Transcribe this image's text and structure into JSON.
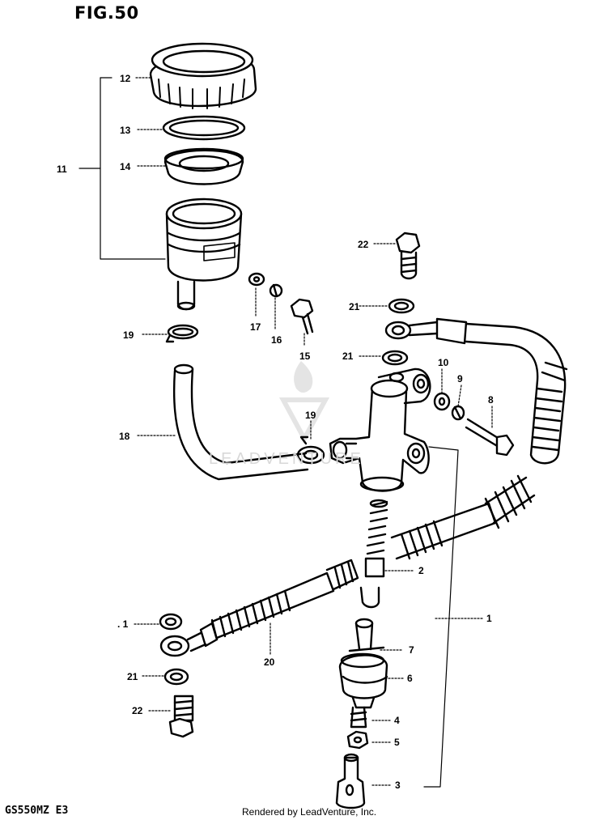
{
  "figure": {
    "title": "FIG.50",
    "model_code": "GS550MZ  E3",
    "credit": "Rendered by LeadVenture, Inc.",
    "watermark_text": "LEADVENTURE"
  },
  "callouts": [
    {
      "id": "c12a",
      "label": "12"
    },
    {
      "id": "c13",
      "label": "13"
    },
    {
      "id": "c11",
      "label": "11"
    },
    {
      "id": "c14",
      "label": "14"
    },
    {
      "id": "c19a",
      "label": "19"
    },
    {
      "id": "c17",
      "label": "17"
    },
    {
      "id": "c16",
      "label": "16"
    },
    {
      "id": "c15",
      "label": "15"
    },
    {
      "id": "c18",
      "label": "18"
    },
    {
      "id": "c19b",
      "label": "19"
    },
    {
      "id": "c22a",
      "label": "22"
    },
    {
      "id": "c21a",
      "label": "21"
    },
    {
      "id": "c21b",
      "label": "21"
    },
    {
      "id": "c10",
      "label": "10"
    },
    {
      "id": "c9",
      "label": "9"
    },
    {
      "id": "c8",
      "label": "8"
    },
    {
      "id": "c2",
      "label": "2"
    },
    {
      "id": "c1a",
      "label": ". 1"
    },
    {
      "id": "c1b",
      "label": "1"
    },
    {
      "id": "c20",
      "label": "20"
    },
    {
      "id": "c21c",
      "label": "21"
    },
    {
      "id": "c22b",
      "label": "22"
    },
    {
      "id": "c7",
      "label": "7"
    },
    {
      "id": "c6",
      "label": "6"
    },
    {
      "id": "c4",
      "label": "4"
    },
    {
      "id": "c5",
      "label": "5"
    },
    {
      "id": "c3",
      "label": "3"
    }
  ]
}
